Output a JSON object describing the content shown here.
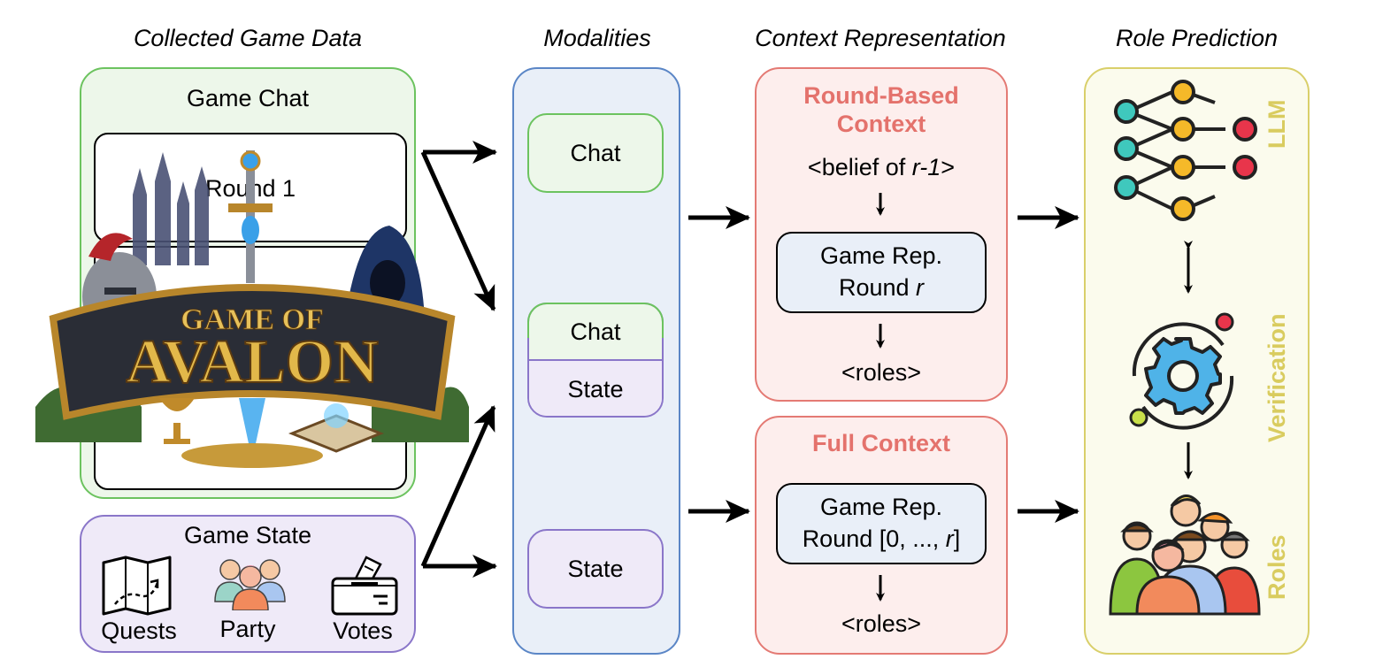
{
  "columns": {
    "collected": "Collected Game Data",
    "modalities": "Modalities",
    "context": "Context Representation",
    "prediction": "Role Prediction"
  },
  "collected": {
    "game_chat_title": "Game Chat",
    "round_label": "Round 1",
    "logo_line1": "GAME OF",
    "logo_line2": "AVALON",
    "game_state_title": "Game State",
    "state_items": [
      {
        "label": "Quests",
        "icon": "map-route-icon"
      },
      {
        "label": "Party",
        "icon": "people-group-icon"
      },
      {
        "label": "Votes",
        "icon": "ballot-box-icon"
      }
    ]
  },
  "modalities": {
    "chat_only": "Chat",
    "combined_chat": "Chat",
    "combined_state": "State",
    "state_only": "State"
  },
  "context": {
    "round_based": {
      "title": "Round-Based Context",
      "belief_prefix": "<belief of ",
      "belief_var": "r-1",
      "belief_suffix": ">",
      "rep_line1": "Game Rep.",
      "rep_line2_prefix": "Round ",
      "rep_line2_var": "r",
      "output": "<roles>"
    },
    "full": {
      "title": "Full Context",
      "rep_line1": "Game Rep.",
      "rep_line2_prefix": "Round [0, ..., ",
      "rep_line2_var": "r",
      "rep_line2_suffix": "]",
      "output": "<roles>"
    }
  },
  "prediction": {
    "llm_label": "LLM",
    "verification_label": "Verification",
    "roles_label": "Roles"
  },
  "colors": {
    "green_border": "#6cc35f",
    "green_fill": "#edf7ea",
    "purple_border": "#8a76c9",
    "purple_fill": "#efeaf8",
    "blue_border": "#5b86c6",
    "blue_fill": "#e9eff8",
    "red_border": "#e47a74",
    "red_fill": "#fdeeed",
    "red_title": "#e4726c",
    "yellow_border": "#d9cf6a",
    "yellow_fill": "#fbfbed",
    "yellow_text": "#d9cc5f"
  }
}
